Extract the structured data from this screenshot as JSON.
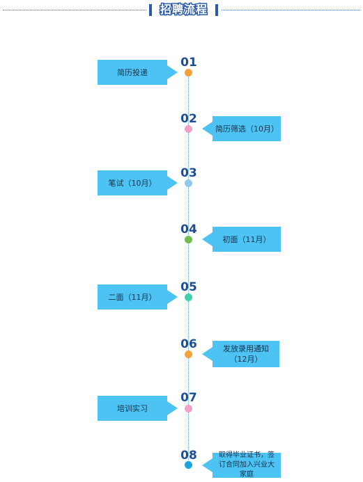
{
  "header": {
    "title": "招聘流程"
  },
  "steps": [
    {
      "number": "01",
      "label": "简历投递",
      "dot_color": "#f5a13a"
    },
    {
      "number": "02",
      "label": "简历筛选（10月）",
      "dot_color": "#f2a0c4"
    },
    {
      "number": "03",
      "label": "笔试（10月）",
      "dot_color": "#8fc9ef"
    },
    {
      "number": "04",
      "label": "初面（11月）",
      "dot_color": "#6cc04a"
    },
    {
      "number": "05",
      "label": "二面（11月）",
      "dot_color": "#3fd0b0"
    },
    {
      "number": "06",
      "label": "发放录用通知（12月）",
      "dot_color": "#f5a13a"
    },
    {
      "number": "07",
      "label": "培训实习",
      "dot_color": "#f2a0c4"
    },
    {
      "number": "08",
      "label": "取得毕业证书，签订合同加入兴业大家庭",
      "dot_color": "#1aa5e0"
    }
  ]
}
